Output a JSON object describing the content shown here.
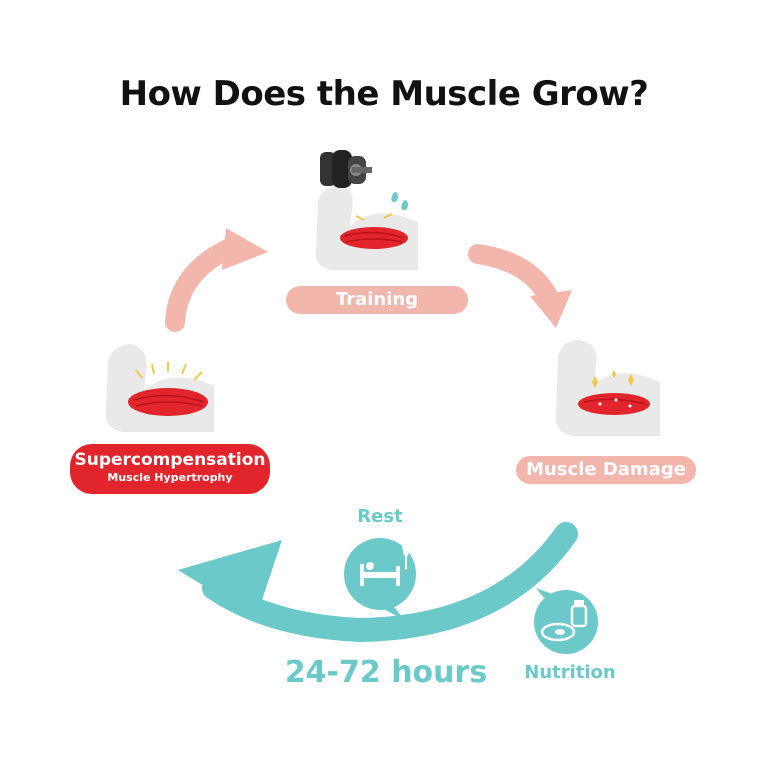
{
  "title": "How Does the Muscle Grow?",
  "stages": {
    "training": "Training",
    "damage": "Muscle Damage",
    "supercompensation": "Supercompensation",
    "supercompensation_sub": "Muscle Hypertrophy"
  },
  "recovery": {
    "rest": "Rest",
    "nutrition": "Nutrition",
    "duration": "24-72 hours"
  },
  "colors": {
    "arrow_pink": "#f3b6ad",
    "muscle_red": "#e2252c",
    "teal": "#6cc9c9",
    "arm_gray": "#e9e9e9"
  },
  "icons": [
    "dumbbell-icon",
    "flexed-arm-icon",
    "sweat-drop-icon",
    "sparkle-icon",
    "bed-lamp-icon",
    "food-bottle-icon"
  ]
}
